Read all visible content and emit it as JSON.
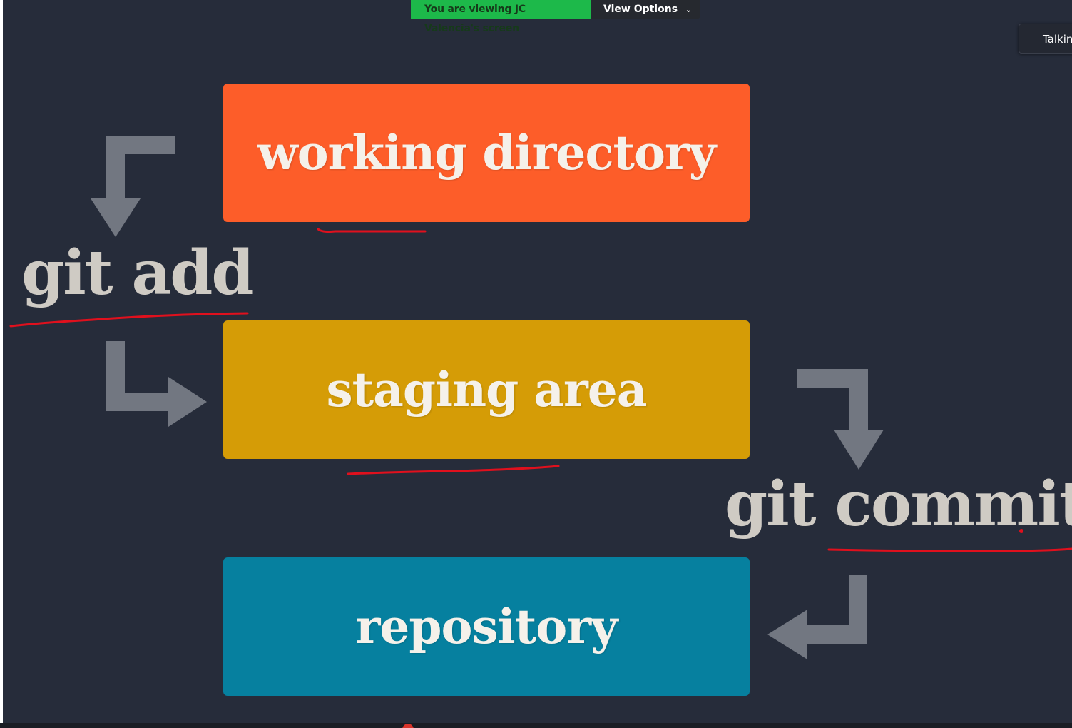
{
  "zoom": {
    "share_banner": "You are viewing JC Valencia's screen",
    "view_options": "View Options",
    "talking": "Talkin"
  },
  "diagram": {
    "working_directory": "working directory",
    "staging_area": "staging area",
    "repository": "repository",
    "git_add": "git add",
    "git_commit": "git commit"
  },
  "colors": {
    "background": "#262c3a",
    "working_directory": "#fd5d29",
    "staging_area": "#d59c06",
    "repository": "#06809f",
    "arrow": "#727781",
    "annotation": "#e0101d",
    "share_banner": "#1db94a"
  },
  "icons": {
    "view_options_chevron": "chevron-down-icon"
  }
}
